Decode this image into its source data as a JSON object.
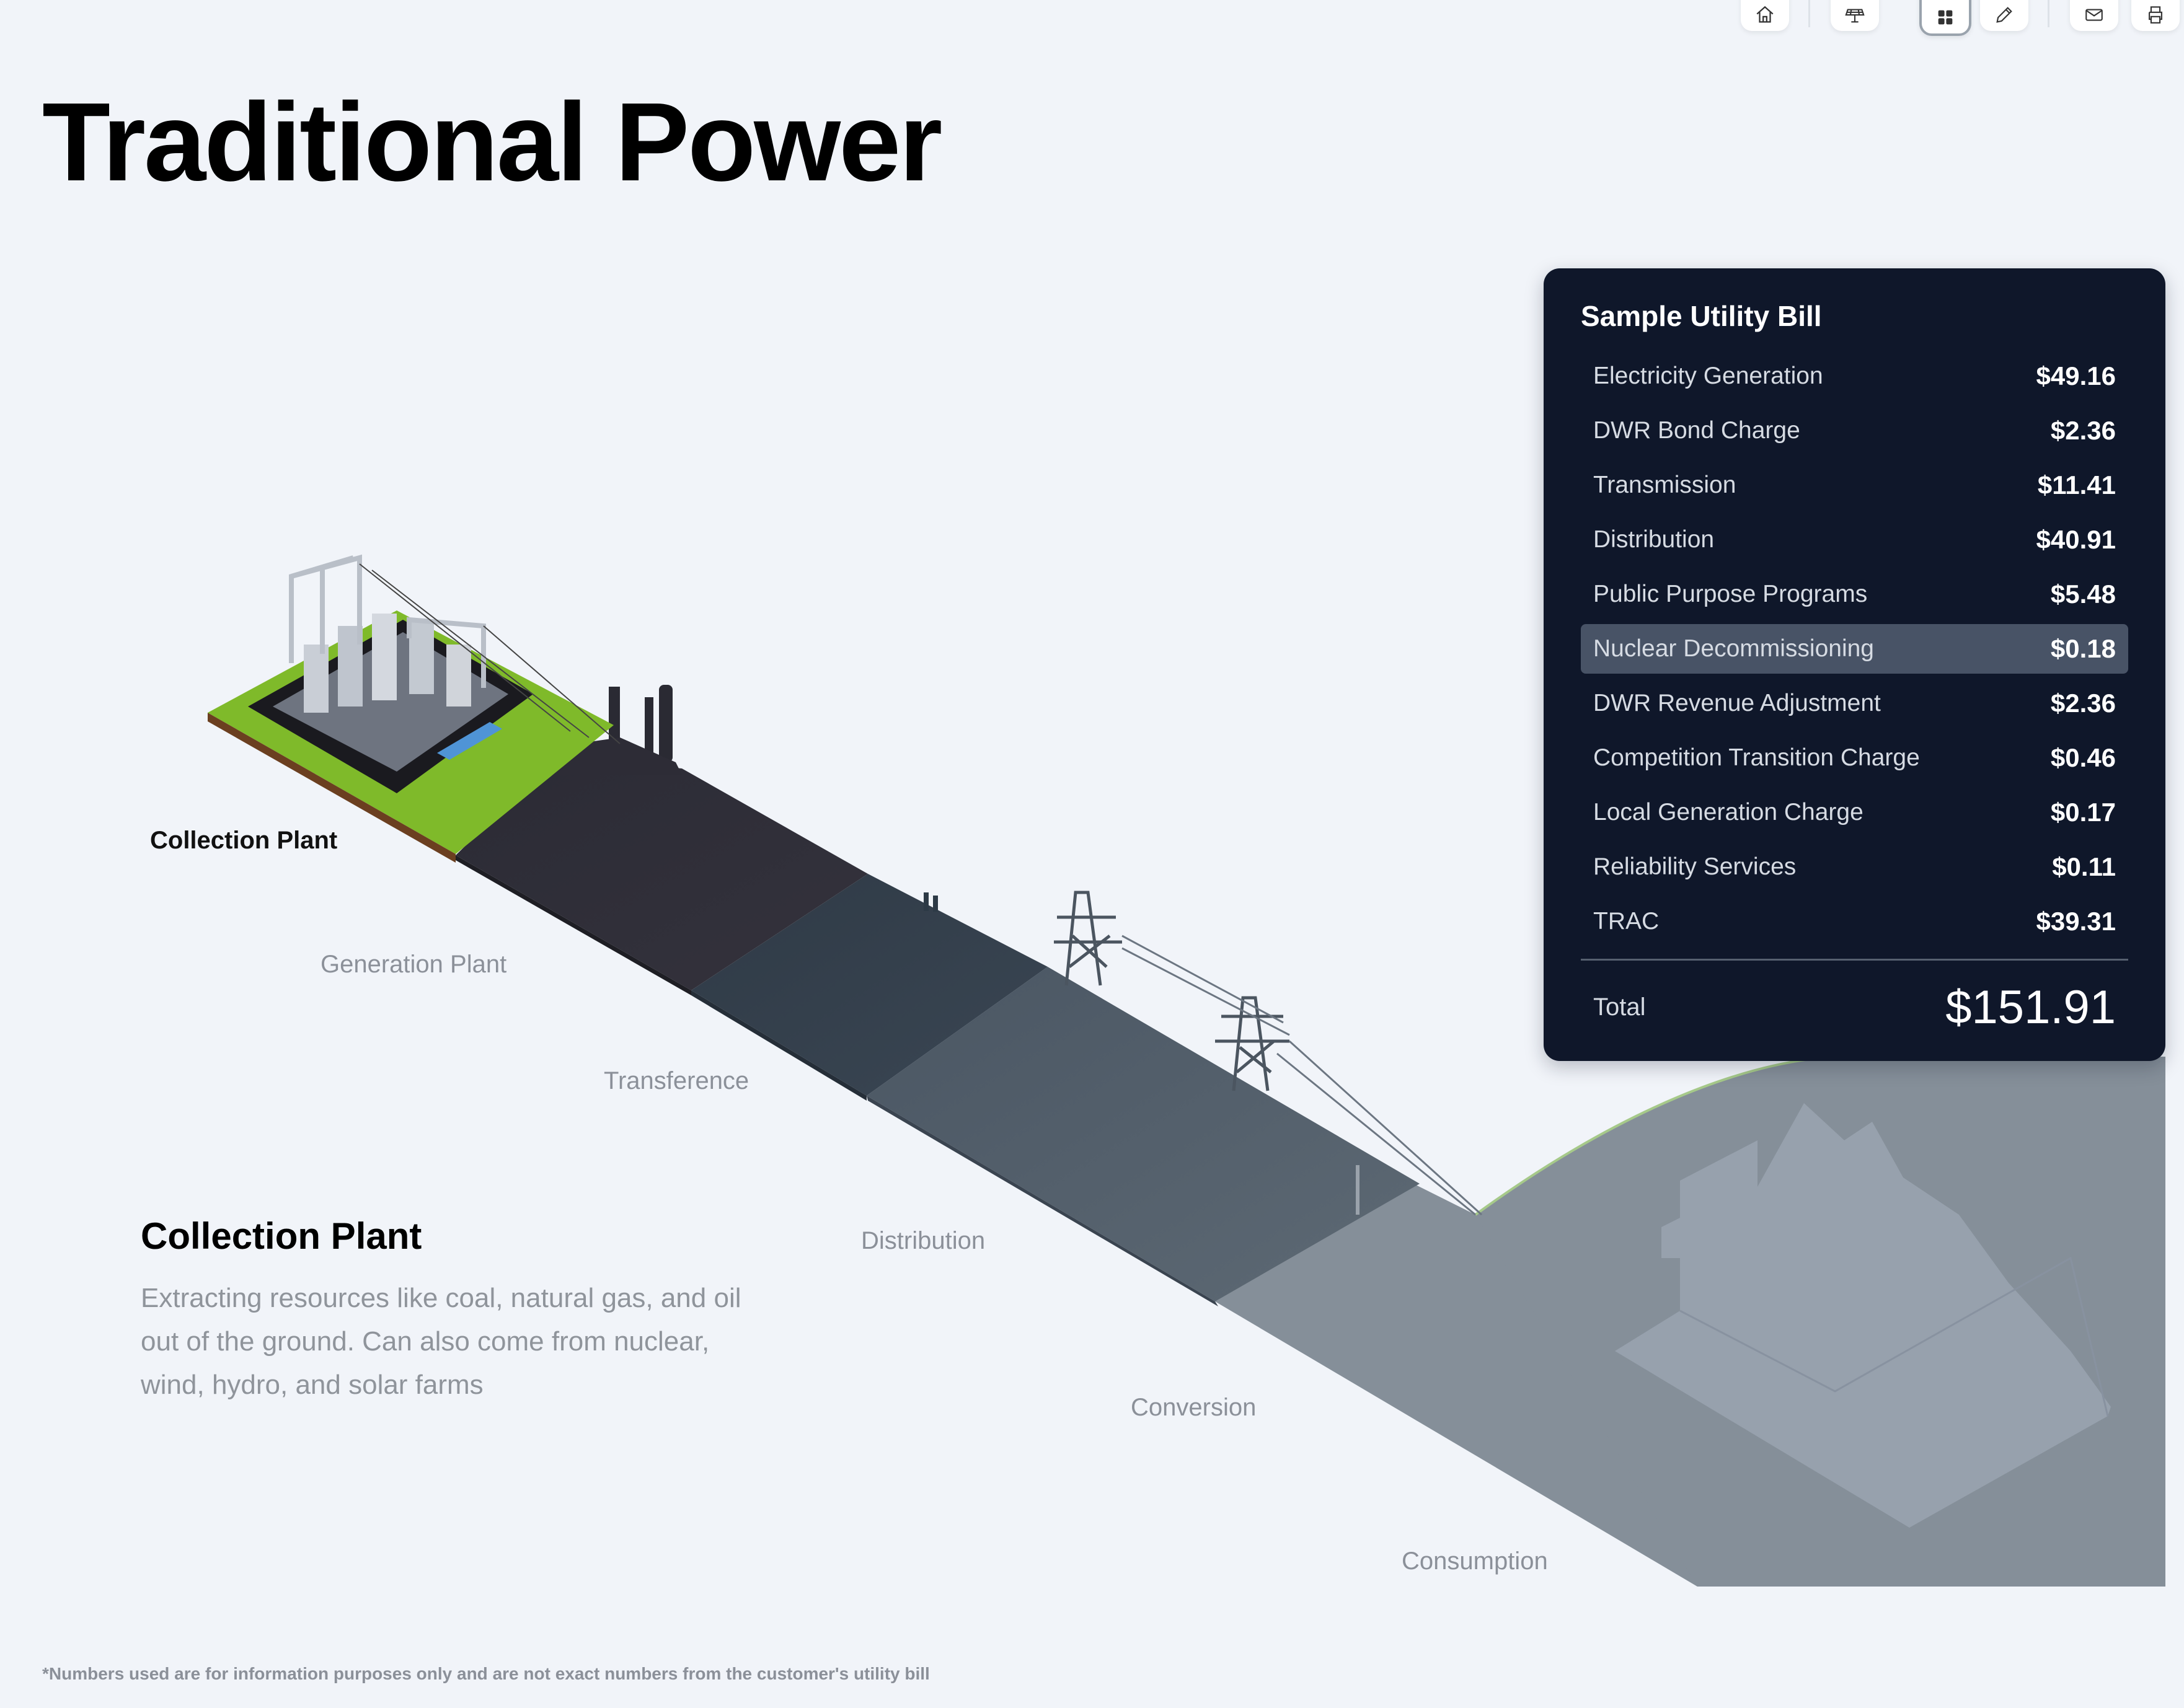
{
  "toolbar": {
    "buttons": [
      {
        "icon": "home-icon"
      },
      {
        "icon": "solar-panel-icon"
      },
      {
        "icon": "grid-icon",
        "active": true
      },
      {
        "icon": "pencil-icon"
      },
      {
        "icon": "mail-icon"
      },
      {
        "icon": "print-icon"
      }
    ]
  },
  "page": {
    "title": "Traditional Power"
  },
  "stages": {
    "collection": "Collection Plant",
    "generation": "Generation Plant",
    "transference": "Transference",
    "distribution": "Distribution",
    "conversion": "Conversion",
    "consumption": "Consumption"
  },
  "description": {
    "title": "Collection Plant",
    "text": "Extracting resources like coal, natural gas, and oil out of the ground. Can also come from nuclear, wind, hydro, and solar farms"
  },
  "bill": {
    "title": "Sample Utility Bill",
    "items": [
      {
        "label": "Electricity Generation",
        "value": "$49.16"
      },
      {
        "label": "DWR Bond Charge",
        "value": "$2.36"
      },
      {
        "label": "Transmission",
        "value": "$11.41"
      },
      {
        "label": "Distribution",
        "value": "$40.91"
      },
      {
        "label": "Public Purpose Programs",
        "value": "$5.48"
      },
      {
        "label": "Nuclear Decommissioning",
        "value": "$0.18",
        "highlighted": true
      },
      {
        "label": "DWR Revenue Adjustment",
        "value": "$2.36"
      },
      {
        "label": "Competition Transition Charge",
        "value": "$0.46"
      },
      {
        "label": "Local Generation Charge",
        "value": "$0.17"
      },
      {
        "label": "Reliability Services",
        "value": "$0.11"
      },
      {
        "label": "TRAC",
        "value": "$39.31"
      }
    ],
    "total_label": "Total",
    "total_value": "$151.91"
  },
  "footnote": "*Numbers used are for information purposes only and are not exact numbers from the customer's utility bill",
  "colors": {
    "background": "#f1f4f9",
    "card": "#0f172a",
    "highlight_row": "#485366",
    "grass": "#7fba2a"
  }
}
